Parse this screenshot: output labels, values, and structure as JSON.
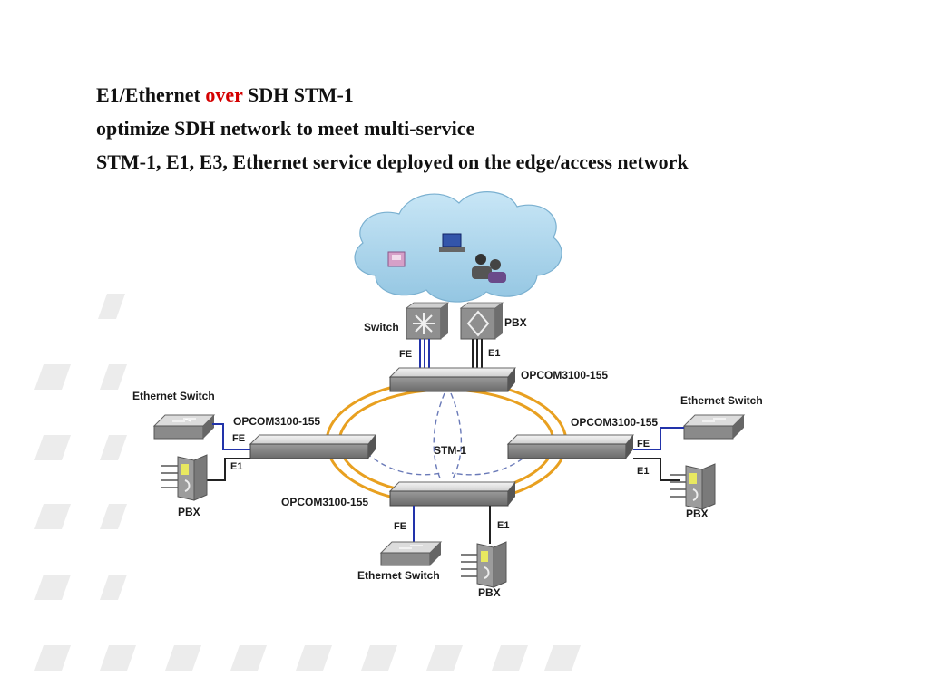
{
  "heading": {
    "line1_part1": "E1/Ethernet ",
    "line1_accent": "over",
    "line1_part2": " SDH STM-1",
    "line2": "optimize SDH network to meet multi-service",
    "line3": "STM-1, E1, E3, Ethernet service deployed on the edge/access network"
  },
  "colors": {
    "accent": "#d40000",
    "ring": "#e8a020",
    "cloud": "#a8d4ec",
    "fe_link": "#2233aa",
    "e1_link": "#222222",
    "stm_dash": "#6a7ab8"
  },
  "diagram": {
    "top_switch_label": "Switch",
    "top_pbx_label": "PBX",
    "top_fe_label": "FE",
    "top_e1_label": "E1",
    "ring_label": "STM-1",
    "nodes": {
      "top": "OPCOM3100-155",
      "left": "OPCOM3100-155",
      "right": "OPCOM3100-155",
      "bottom": "OPCOM3100-155"
    },
    "left_site": {
      "switch": "Ethernet Switch",
      "fe": "FE",
      "e1": "E1",
      "pbx": "PBX"
    },
    "right_site": {
      "switch": "Ethernet Switch",
      "fe": "FE",
      "e1": "E1",
      "pbx": "PBX"
    },
    "bottom_site": {
      "switch": "Ethernet Switch",
      "fe": "FE",
      "e1": "E1",
      "pbx": "PBX"
    }
  }
}
